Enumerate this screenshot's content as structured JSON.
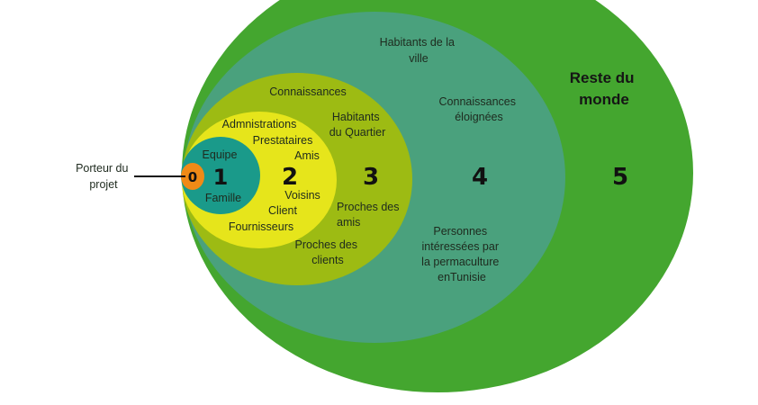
{
  "diagram": {
    "owner_label": [
      "Porteur du",
      "projet"
    ],
    "rings": [
      {
        "number": "0",
        "color": "#f08a16",
        "labels": []
      },
      {
        "number": "1",
        "color": "#1a9a8a",
        "labels": [
          [
            "Equipe"
          ],
          [
            "Famille"
          ]
        ]
      },
      {
        "number": "2",
        "color": "#e6e51b",
        "labels": [
          [
            "Admnistrations"
          ],
          [
            "Prestataires"
          ],
          [
            "Amis"
          ],
          [
            "Voisins"
          ],
          [
            "Client"
          ],
          [
            "Fournisseurs"
          ]
        ]
      },
      {
        "number": "3",
        "color": "#9dbb13",
        "labels": [
          [
            "Connaissances"
          ],
          [
            "Habitants",
            "du Quartier"
          ],
          [
            "Proches des",
            "amis"
          ],
          [
            "Proches des",
            "clients"
          ]
        ]
      },
      {
        "number": "4",
        "color": "#4aa17d",
        "labels": [
          [
            "Habitants de la",
            "ville"
          ],
          [
            "Connaissances",
            "éloignées"
          ],
          [
            "Personnes",
            "intéressées par",
            "la permaculture",
            "enTunisie"
          ]
        ]
      },
      {
        "number": "5",
        "color": "#44a62f",
        "labels": [
          [
            "Reste du",
            "monde"
          ]
        ]
      }
    ]
  }
}
